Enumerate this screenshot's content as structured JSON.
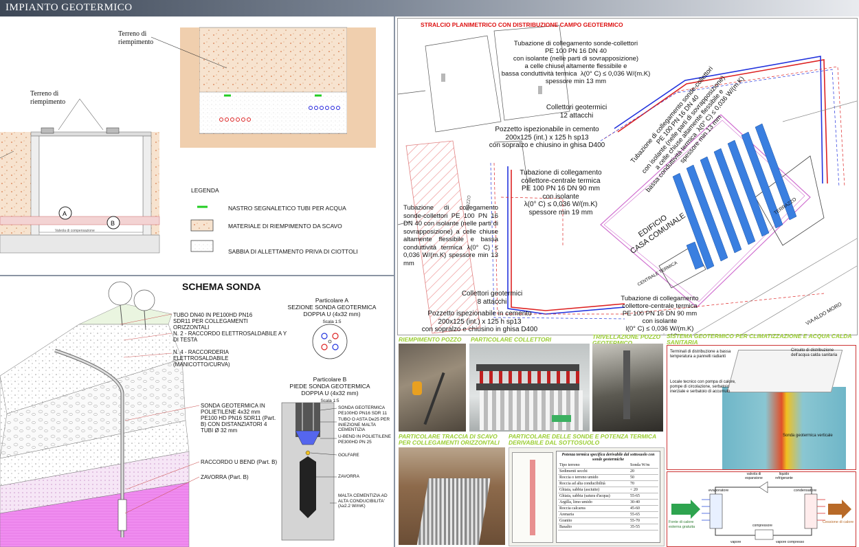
{
  "header": {
    "title": "IMPIANTO GEOTERMICO"
  },
  "trench": {
    "fill_label_right": "Terreno di\nriempimento",
    "fill_label_left": "Terreno di\nriempimento",
    "valve_label": "Valvola di compensazione",
    "legend": {
      "title": "LEGENDA",
      "items": [
        {
          "color": "#22cc22",
          "text": "NASTRO SEGNALETICO TUBI PER ACQUA"
        },
        {
          "color": "#e8b48a",
          "text": "MATERIALE DI RIEMPIMENTO DA SCAVO"
        },
        {
          "color": "#ffffff",
          "text": "SABBIA DI ALLETTAMENTO PRIVA DI CIOTTOLI"
        }
      ]
    }
  },
  "probe": {
    "title": "SCHEMA SONDA",
    "callouts": [
      "TUBO DN40 IN PE100HD PN16 SDR11 PER COLLEGAMENTI ORIZZONTALI",
      "N. 2 - RACCORDO ELETTROSALDABILE A Y DI TESTA",
      "N. 4 - RACCORDERIA ELETTROSALDABILE (MANICOTTO/CURVA)",
      "SONDA GEOTERMICA IN POLIETILENE 4x32 mm PE100 HD PN16 SDR11 (Part. B) CON DISTANZIATORI 4 TUBI Ø 32 mm",
      "RACCORDO U BEND (Part. B)",
      "ZAVORRA (Part. B)"
    ],
    "detail_a": {
      "title": "Particolare A",
      "subtitle": "SEZIONE SONDA GEOTERMICA\nDOPPIA U (4x32 mm)",
      "scale": "Scala 1:5"
    },
    "detail_b": {
      "title": "Particolare B",
      "subtitle": "PIEDE SONDA GEOTERMICA\nDOPPIA U (4x32 mm)",
      "scale": "Scala 1:5",
      "labels": [
        "SONDA GEOTERMICA PE100HD PN16 SDR 11",
        "TUBO O ASTA De25 PER INIEZIONE MALTA CEMENTIZIA",
        "U-BEND IN POLIETILENE PE300HD PN 25",
        "GOLFARE",
        "ZAVORRA",
        "MALTA CEMENTIZIA AD ALTA CONDUCIBILITA' (λ≥2.2 W/mK)"
      ]
    }
  },
  "plan": {
    "title": "STRALCIO PLANIMETRICO CON DISTRIBUZIONE CAMPO GEOTERMICO",
    "labels": {
      "pipe_top": "Tubazione di collegamento sonde-collettori\nPE 100 PN 16 DN 40\ncon isolante (nelle parti di sovrapposizione)\na celle chiuse altamente flessibile e\nbassa conduttività termica  λ(0° C) ≤ 0,036 W/(m.K)\nspessore min 13 mm",
      "collectors_12": "Collettori geotermici\n12 attacchi",
      "pit_top": "Pozzetto ispezionabile in cemento\n200x125 (int.) x 125 h sp13\ncon sopralzo e chiusino in ghisa D400",
      "central_pipe": "Tubazione di collegamento\ncollettore-centrale termica\nPE 100 PN 16 DN 90 mm\ncon isolante\nλ(0° C) ≤ 0,036 W/(m.K)\nspessore min 19 mm",
      "pipe_left": "Tubazione di collegamento sonde-collettori PE 100 PN 16 DN 40 con isolante (nelle parti di sovrapposizione) a celle chiuse altamente flessibile e bassa conduttività termica λ(0° C) ≤ 0,036 W/(m.K) spessore min 13 mm",
      "collectors_8": "Collettori geotermici\n8 attacchi",
      "pit_bottom": "Pozzetto ispezionabile in cemento\n200x125 (int.) x 125 h sp13\ncon sopralzo e chiusino in ghisa D400",
      "central_pipe_bottom": "Tubazione di collegamento\ncollettore-centrale termica\nPE 100 PN 16 DN 90 mm\ncon isolante\nl(0° C) ≤ 0,036 W/(m.K)\nspessore min 19 mm",
      "pipe_rotated": "Tubazione di collegamento sonde-collettori\nPE 100 PN 16 DN 40\ncon isolante (nelle parti di sovrapposizione)\na celle chiuse altamente flessibile e\nbassa conduttività termica  λ(0° C) ≤ 0,036 W/(m.K)\nspessore min 13 mm",
      "building": "EDIFICIO\nCASA COMUNALE",
      "terrace": "TERRAZZO",
      "boiler": "CENTRALE TERMICA",
      "street": "VIA ALDO MORO",
      "pozzo": "POZZO"
    }
  },
  "photos": {
    "p1": "RIEMPIMENTO POZZO",
    "p2": "PARTICOLARE COLLETTORI GEOTERMICI",
    "p3": "TRIVELLAZIONE POZZO GEOTERMICO",
    "p4": "PARTICOLARE TRACCIA DI SCAVO PER COLLEGAMENTI ORIZZONTALI",
    "p5": "PARTICOLARE DELLE SONDE E POTENZA TERMICA DERIVABILE DAL SOTTOSUOLO",
    "p6": "SISTEMA GEOTERMICO PER CLIMATIZZAZIONE E ACQUA CALDA SANITARIA"
  },
  "power_table": {
    "title": "Potenza termica specifica derivabile dal sottosuolo con sonde geotermiche",
    "header": [
      "Tipo terreno",
      "Sonda W/m"
    ],
    "rows": [
      [
        "Sedimenti secchi",
        "20"
      ],
      [
        "Roccia o terreno umido",
        "50"
      ],
      [
        "Roccia ad alta conducibilità",
        "70"
      ],
      [
        "Ghiaia, sabbia (asciutte)",
        "< 20"
      ],
      [
        "Ghiaia, sabbia (satura d'acqua)",
        "55-65"
      ],
      [
        "Argilla, limo umido",
        "30-40"
      ],
      [
        "Roccia calcarea",
        "45-60"
      ],
      [
        "Arenaria",
        "55-65"
      ],
      [
        "Granito",
        "55-70"
      ],
      [
        "Basalto",
        "35-55"
      ]
    ]
  },
  "system": {
    "labels": [
      "Terminali di distribuzione a bassa temperatura a pannelli radianti",
      "Circuito di distribuzione dell'acqua calda sanitaria",
      "Locale tecnico con pompa di calore, pompe di circolazione, serbatoio inerziale e serbatoio di accumulo",
      "Sonda geotermica verticale"
    ],
    "cycle": {
      "valve": "valvola di espansione",
      "liquid": "liquido refrigerante",
      "evaporator": "evaporatore",
      "condenser": "condensatore",
      "source": "Fonte di calore esterna gratuita",
      "output": "Cessione di calore",
      "compressor": "compressore",
      "vapour": "vapore",
      "compressed": "vapore compresso"
    }
  }
}
